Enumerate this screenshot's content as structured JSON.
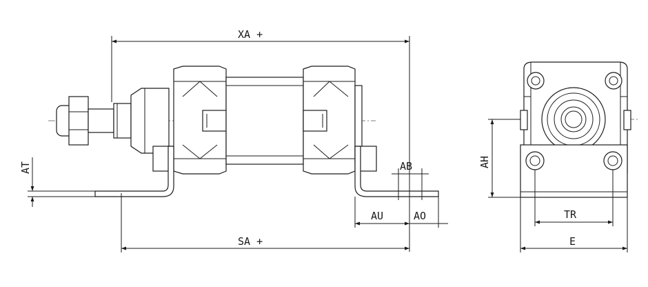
{
  "dimensions": {
    "xa": "XA +",
    "sa": "SA +",
    "at": "AT",
    "ab": "AB",
    "au": "AU",
    "ao": "AO",
    "ah": "AH",
    "tr": "TR",
    "e": "E"
  }
}
